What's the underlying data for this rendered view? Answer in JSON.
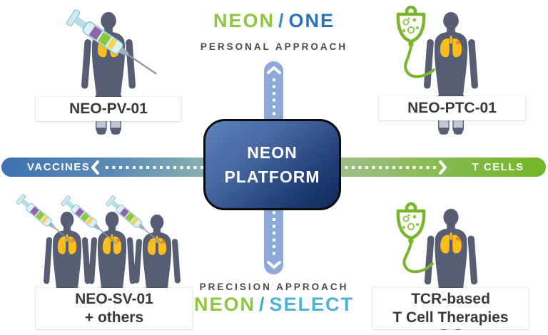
{
  "diagram_title": "NEON Platform",
  "header": {
    "brand": "NEON",
    "slash": "/",
    "product": "ONE",
    "tagline": "PERSONAL APPROACH"
  },
  "footer": {
    "tagline": "PRECISION APPROACH",
    "brand": "NEON",
    "slash": "/",
    "product": "SELECT"
  },
  "center_box": {
    "line1": "NEON",
    "line2": "PLATFORM"
  },
  "axis": {
    "left": "VACCINES",
    "right": "T CELLS"
  },
  "quadrants": {
    "top_left": {
      "label": "NEO-PV-01",
      "icon": "syringe"
    },
    "top_right": {
      "label": "NEO-PTC-01",
      "icon": "iv-bag"
    },
    "bottom_left": {
      "line1": "NEO-SV-01",
      "line2": "+ others",
      "icon": "syringe",
      "figure_count": 3
    },
    "bottom_right": {
      "line1": "TCR-based",
      "line2": "T Cell Therapies",
      "icon": "iv-bag"
    }
  },
  "colors": {
    "neon_green": "#8dc63f",
    "one_blue": "#2b72b8",
    "select_blue": "#4fb3d8",
    "platform_navy": "#16305e",
    "vaccines_blue": "#3e72b2",
    "tcells_green": "#74b62c",
    "arrow_light_blue": "#8ea9d9",
    "body_gray": "#575d72",
    "lungs_yellow": "#fcbe1c",
    "ivbag_green": "#7ab62c",
    "tagline_gray": "#4b4b50"
  }
}
